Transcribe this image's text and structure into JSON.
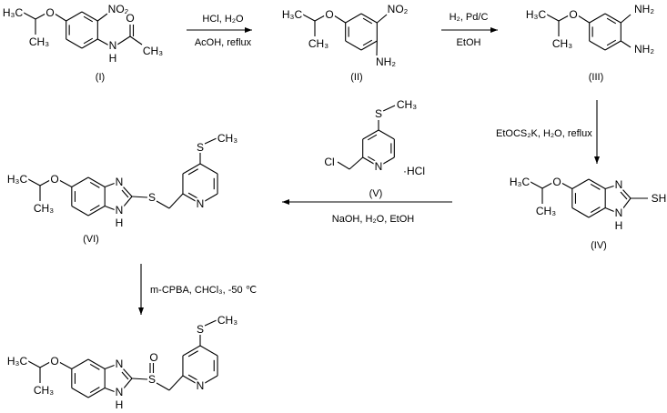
{
  "molecules": {
    "I": {
      "label": "(I)",
      "atoms": {
        "h3c": "H₃C",
        "o": "O",
        "ch3": "CH₃",
        "no2": "NO₂",
        "n": "N",
        "h": "H",
        "co": "O",
        "ch3b": "CH₃"
      }
    },
    "II": {
      "label": "(II)",
      "atoms": {
        "h3c": "H₃C",
        "o": "O",
        "ch3": "CH₃",
        "no2": "NO₂",
        "nh2": "NH₂"
      }
    },
    "III": {
      "label": "(III)",
      "atoms": {
        "h3c": "H₃C",
        "o": "O",
        "ch3": "CH₃",
        "nh2a": "NH₂",
        "nh2b": "NH₂"
      }
    },
    "IV": {
      "label": "(IV)",
      "atoms": {
        "h3c": "H₃C",
        "o": "O",
        "ch3": "CH₃",
        "n3": "N",
        "n1": "N",
        "h": "H",
        "sh": "SH"
      }
    },
    "V": {
      "label": "(V)",
      "atoms": {
        "s": "S",
        "ch3": "CH₃",
        "cl": "Cl",
        "n": "N",
        "hcl": "·HCl"
      }
    },
    "VI": {
      "label": "(VI)",
      "atoms": {
        "h3c": "H₃C",
        "o": "O",
        "ch3": "CH₃",
        "n3": "N",
        "n1": "N",
        "h": "H",
        "s": "S",
        "s2": "S",
        "ch3b": "CH₃",
        "npy": "N"
      }
    },
    "VII": {
      "label": "",
      "atoms": {
        "h3c": "H₃C",
        "o": "O",
        "ch3": "CH₃",
        "n3": "N",
        "n1": "N",
        "h": "H",
        "s": "S",
        "so": "O",
        "s2": "S",
        "ch3b": "CH₃",
        "npy": "N"
      }
    }
  },
  "steps": [
    {
      "above": "HCl, H₂O",
      "below": "AcOH, reflux"
    },
    {
      "above": "H₂, Pd/C",
      "below": "EtOH"
    },
    {
      "side": "EtOCS₂K, H₂O, reflux"
    },
    {
      "below": "NaOH, H₂O, EtOH"
    },
    {
      "side": "m-CPBA, CHCl₃, -50 ℃"
    }
  ]
}
